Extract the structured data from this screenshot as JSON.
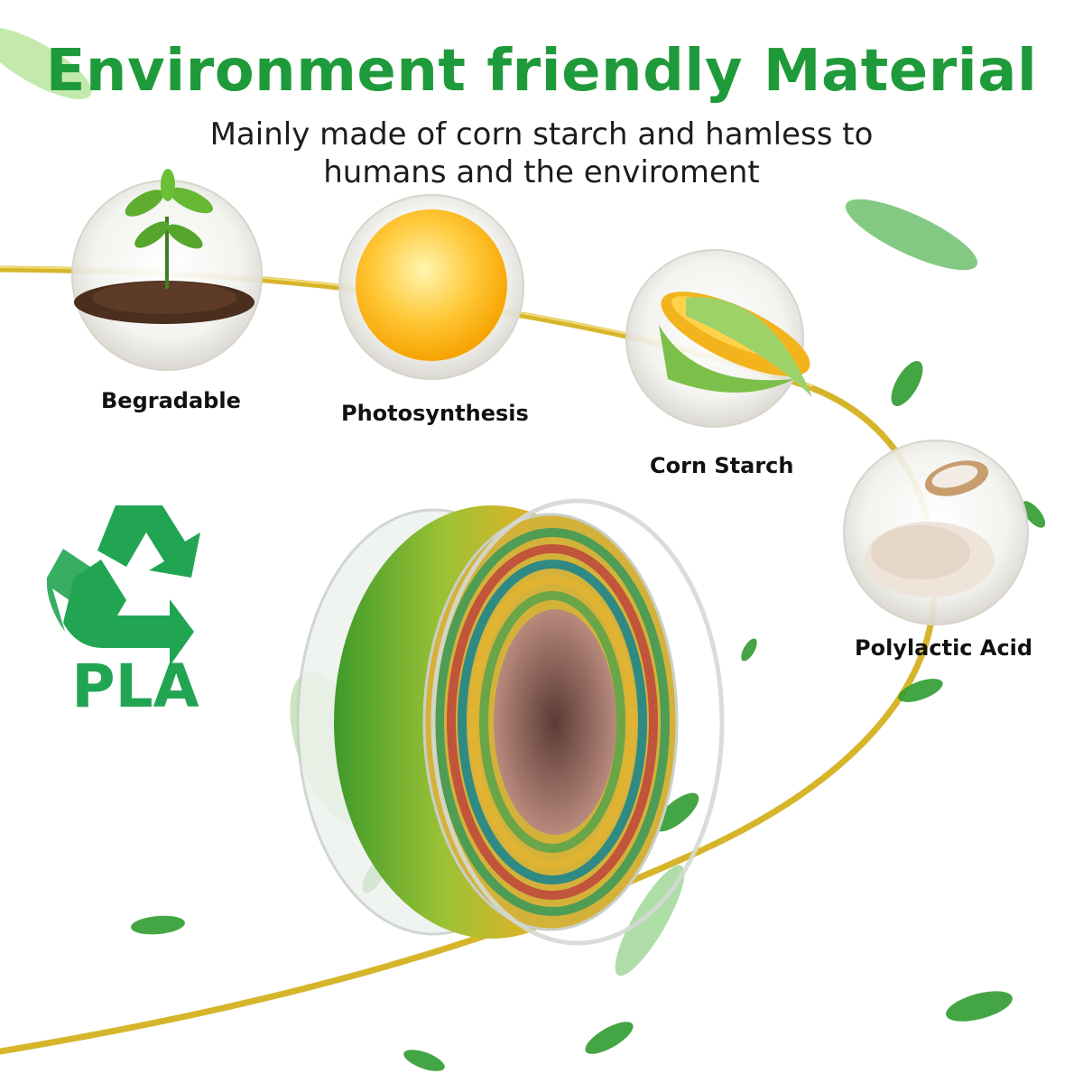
{
  "header": {
    "title": "Environment friendly Material",
    "subtitle_line1": "Mainly made of corn starch and hamless to",
    "subtitle_line2": "humans and the enviroment"
  },
  "features": [
    {
      "label": "Begradable",
      "icon": "seedling-soil-icon"
    },
    {
      "label": "Photosynthesis",
      "icon": "sun-icon"
    },
    {
      "label": "Corn Starch",
      "icon": "corn-icon"
    },
    {
      "label": "Polylactic Acid",
      "icon": "powder-spoon-icon"
    }
  ],
  "badge": {
    "label": "PLA",
    "icon": "recycle-icon"
  },
  "colors": {
    "title_green": "#1f9a3a",
    "pla_green": "#22a552",
    "filament_gold": "#d6b52a",
    "leaf_green": "#2e9b2e"
  }
}
